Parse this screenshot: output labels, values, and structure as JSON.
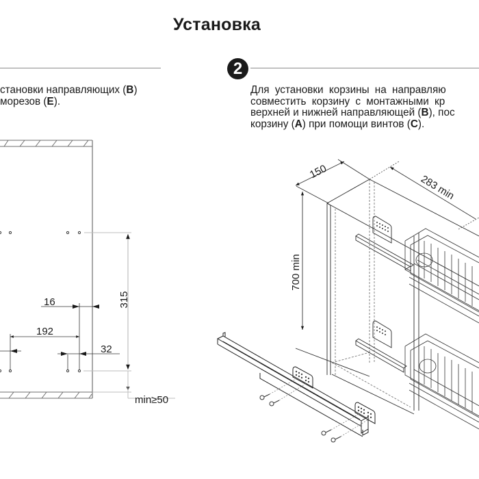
{
  "page": {
    "title": "Установка"
  },
  "step1": {
    "text_line1_prefix": "становки направляющих (",
    "text_line1_bold": "B",
    "text_line1_suffix": ")",
    "text_line2_prefix": "морезов (",
    "text_line2_bold": "E",
    "text_line2_suffix": ").",
    "dimensions": {
      "d16": "16",
      "d192": "192",
      "d32": "32",
      "d315": "315",
      "min50": "min≥50"
    }
  },
  "step2": {
    "number": "2",
    "line1": "Для установки корзины на направляю",
    "line2": "совместить корзину с монтажными кр",
    "line3_prefix": "верхней и нижней направляющей (",
    "line3_bold": "B",
    "line3_suffix": "), пос",
    "line4_prefix": "корзину (",
    "line4_bold_a": "A",
    "line4_mid": ") при помощи винтов (",
    "line4_bold_c": "C",
    "line4_suffix": ").",
    "dimensions": {
      "depth": "150",
      "width": "283 min",
      "height": "700 min"
    }
  },
  "colors": {
    "ink": "#1a1a1a",
    "rule": "#8a8a8a",
    "dim_line": "#bdbdbd"
  }
}
